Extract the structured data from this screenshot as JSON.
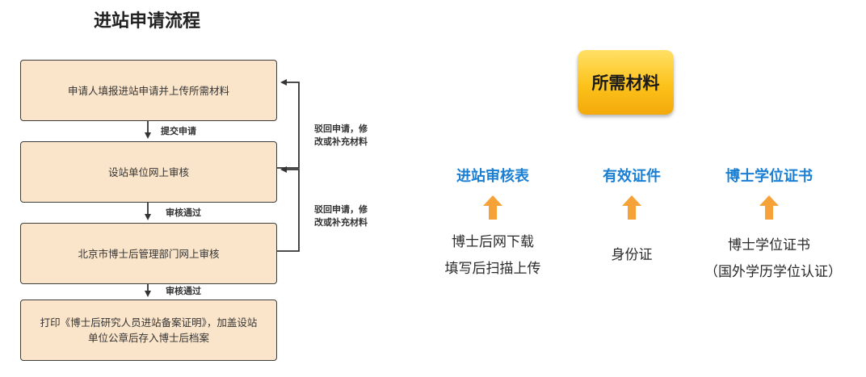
{
  "title": "进站申请流程",
  "flow": {
    "steps": [
      "申请人填报进站申请并上传所需材料",
      "设站单位网上审核",
      "北京市博士后管理部门网上审核",
      "打印《博士后研究人员进站备案证明》，加盖设站单位公章后存入博士后档案"
    ],
    "transitions": [
      "提交申请",
      "审核通过",
      "审核通过"
    ],
    "returns": [
      [
        "驳回申请，修",
        "改或补充材料"
      ],
      [
        "驳回申请，修",
        "改或补充材料"
      ]
    ]
  },
  "materials": {
    "heading": "所需材料",
    "colors": {
      "badge": "#fcc21b",
      "title": "#1a7fd4",
      "arrow": "#f7a238",
      "box": "#fbe5ca"
    },
    "items": [
      {
        "title": "进站审核表",
        "desc": [
          "博士后网下载",
          "填写后扫描上传"
        ]
      },
      {
        "title": "有效证件",
        "desc": [
          "身份证"
        ]
      },
      {
        "title": "博士学位证书",
        "desc": [
          "博士学位证书",
          "（国外学历学位认证）"
        ]
      }
    ]
  }
}
